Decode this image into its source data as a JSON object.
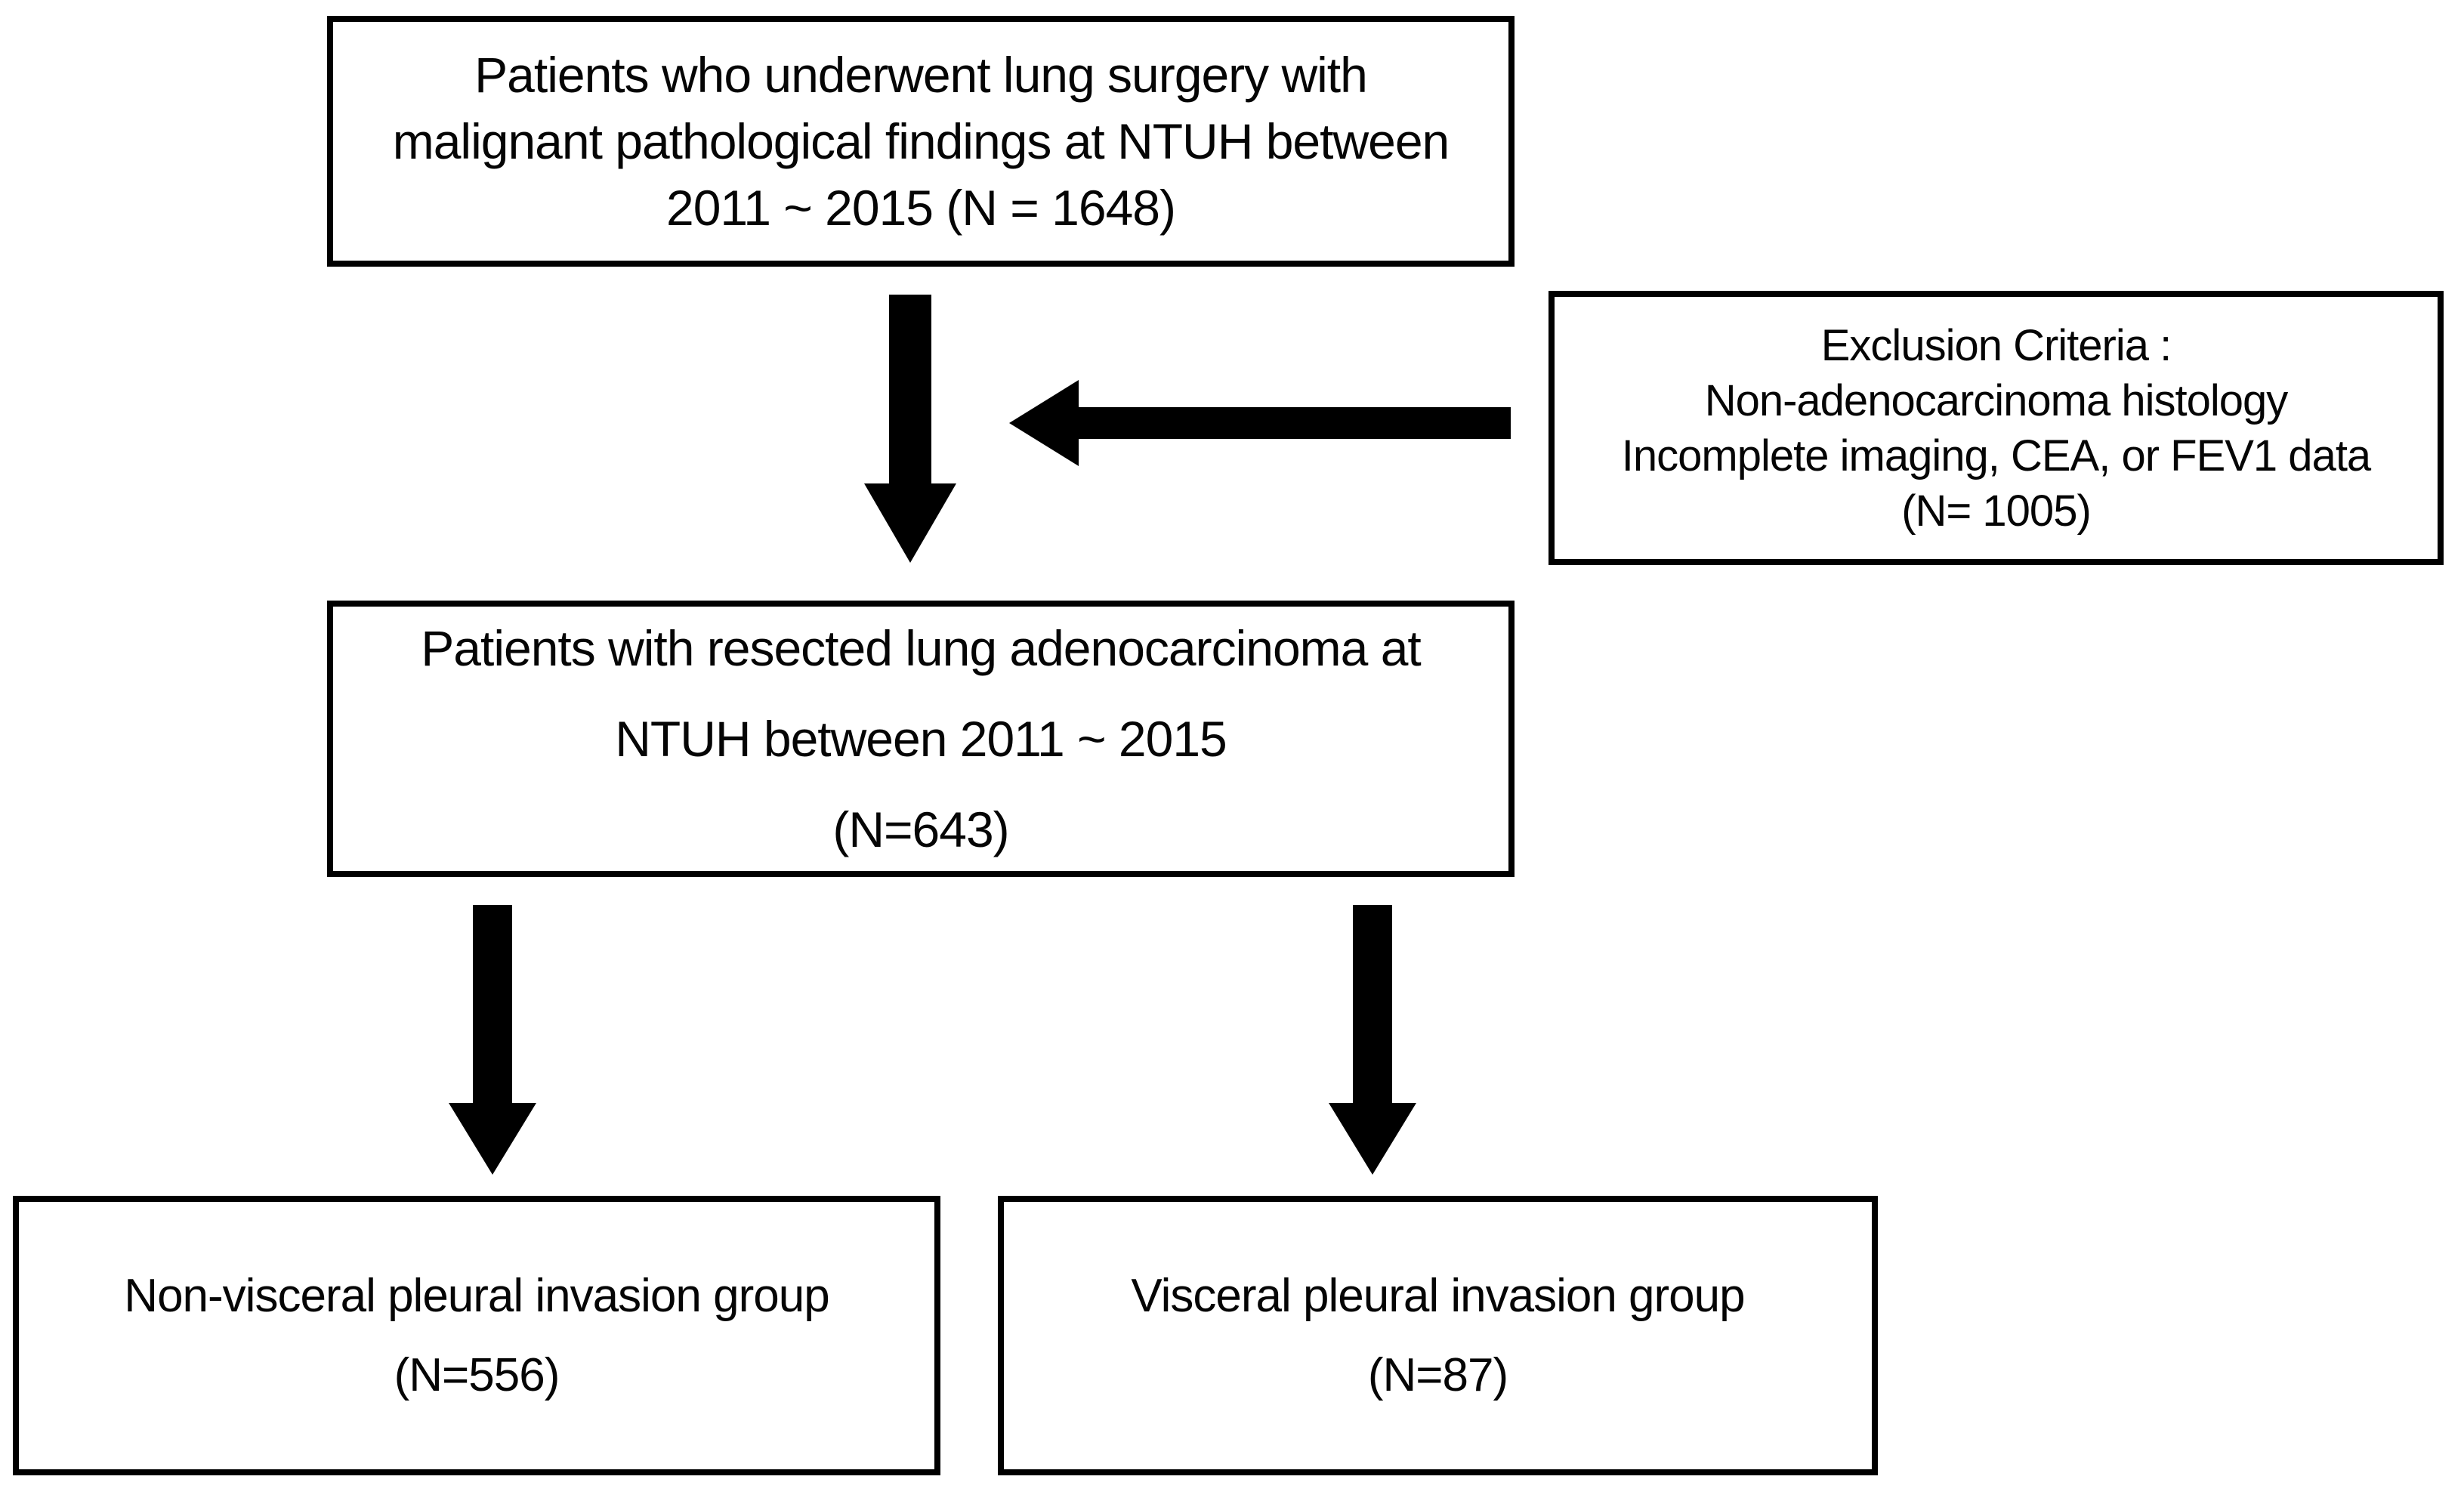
{
  "diagram": {
    "title_semantic": "Patient selection flow chart",
    "top_box": {
      "lines": [
        "Patients who underwent lung surgery with",
        "malignant pathological findings at NTUH between",
        "2011 ~ 2015 (N = 1648)"
      ],
      "n": 1648
    },
    "exclusion_box": {
      "lines": [
        "Exclusion Criteria :",
        "Non-adenocarcinoma histology",
        "Incomplete imaging, CEA, or FEV1 data",
        "(N= 1005)"
      ],
      "n": 1005
    },
    "middle_box": {
      "lines": [
        "Patients with resected lung adenocarcinoma at",
        "NTUH between 2011 ~ 2015",
        "(N=643)"
      ],
      "n": 643
    },
    "bottom_left_box": {
      "lines": [
        "Non-visceral pleural invasion group",
        "(N=556)"
      ],
      "n": 556
    },
    "bottom_right_box": {
      "lines": [
        "Visceral pleural invasion group",
        "(N=87)"
      ],
      "n": 87
    },
    "colors": {
      "background": "#ffffff",
      "box_border": "#000000",
      "text": "#050505",
      "arrow": "#000000"
    }
  }
}
